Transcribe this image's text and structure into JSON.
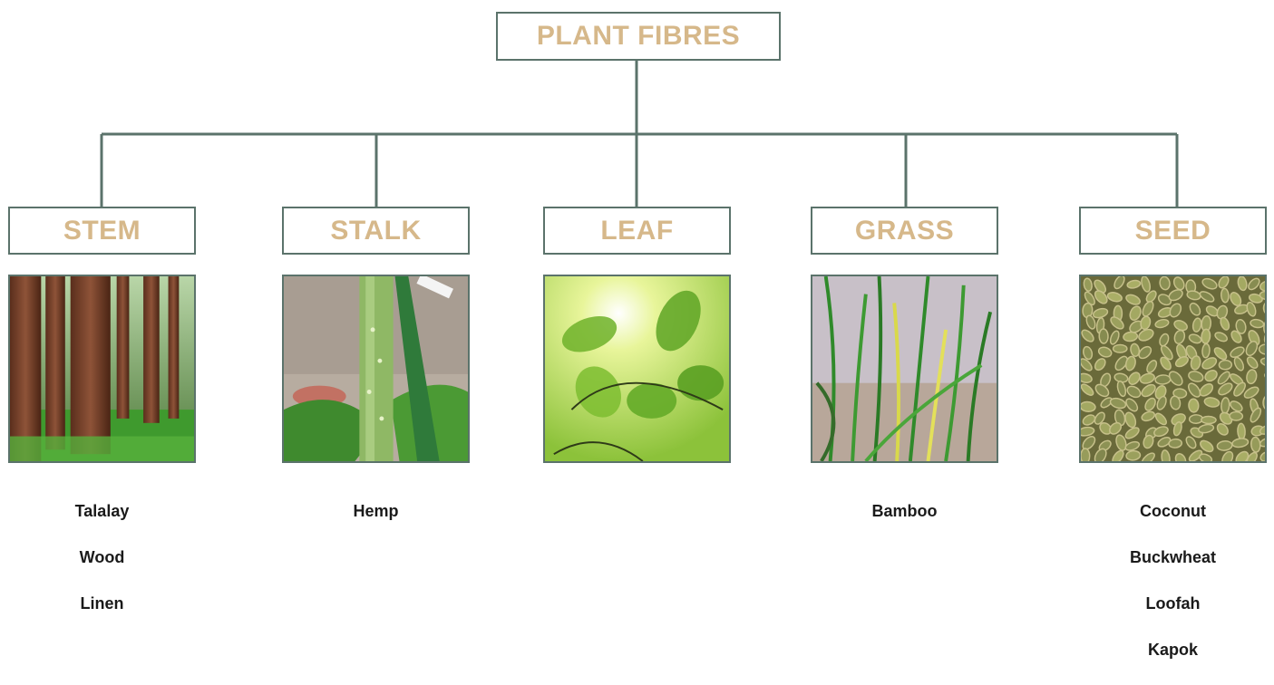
{
  "root": {
    "label": "PLANT FIBRES"
  },
  "colors": {
    "line": "#5b736b",
    "label": "#d6b88a",
    "text": "#1a1a1a"
  },
  "categories": [
    {
      "label": "STEM",
      "image": "redwood-forest",
      "items": [
        "Talalay",
        "Wood",
        "Linen"
      ]
    },
    {
      "label": "STALK",
      "image": "plant-stalk",
      "items": [
        "Hemp"
      ]
    },
    {
      "label": "LEAF",
      "image": "sunlit-leaves",
      "items": []
    },
    {
      "label": "GRASS",
      "image": "grass-blades",
      "items": [
        "Bamboo"
      ]
    },
    {
      "label": "SEED",
      "image": "pumpkin-seeds",
      "items": [
        "Coconut",
        "Buckwheat",
        "Loofah",
        "Kapok"
      ]
    }
  ]
}
